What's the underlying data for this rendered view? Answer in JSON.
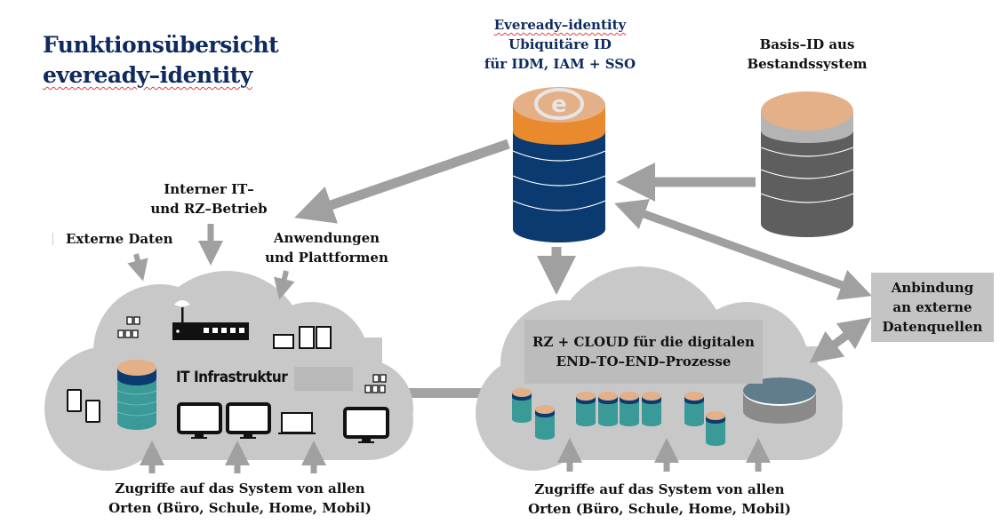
{
  "title": {
    "line1": "Funktionsübersicht",
    "line2": "eveready–identity"
  },
  "eveready_db": {
    "label_line1": "Eveready–identity",
    "label_line2": "Ubiquitäre  ID",
    "label_line3": "für IDM, IAM + SSO",
    "logo_letter": "e",
    "colors": {
      "top": "#e3b088",
      "band": "#ea8a2e",
      "body": "#0b3a70",
      "logo": "#e6e6e6"
    }
  },
  "basis_db": {
    "label_line1": "Basis–ID aus",
    "label_line2": "Bestandssystem",
    "colors": {
      "top": "#e3b088",
      "band": "#b4b4b4",
      "body": "#5e5e5e"
    }
  },
  "left_cloud": {
    "labels": {
      "interner_line1": "Interner IT–",
      "interner_line2": "und RZ–Betrieb",
      "externe": "Externe Daten",
      "anwendungen_line1": "Anwendungen",
      "anwendungen_line2": "und Plattformen"
    },
    "center_label": "IT Infrastruktur",
    "access_line1": "Zugriffe auf das System von allen",
    "access_line2": "Orten (Büro, Schule, Home, Mobil)"
  },
  "right_cloud": {
    "box_line1": "RZ + CLOUD für die digitalen",
    "box_line2": "END–TO–END–Prozesse",
    "access_line1": "Zugriffe auf das System von allen",
    "access_line2": "Orten (Büro, Schule, Home, Mobil)"
  },
  "external": {
    "line1": "Anbindung",
    "line2": "an externe",
    "line3": "Datenquellen"
  },
  "colors": {
    "cloud": "#c8c8c8",
    "arrow": "#a0a0a0",
    "title": "#0e2a5e",
    "server_top": "#e3b088",
    "server_band": "#0b3a70",
    "server_body": "#3a9a98",
    "disk_top": "#617c8a",
    "disk_side": "#8a8a8a"
  }
}
